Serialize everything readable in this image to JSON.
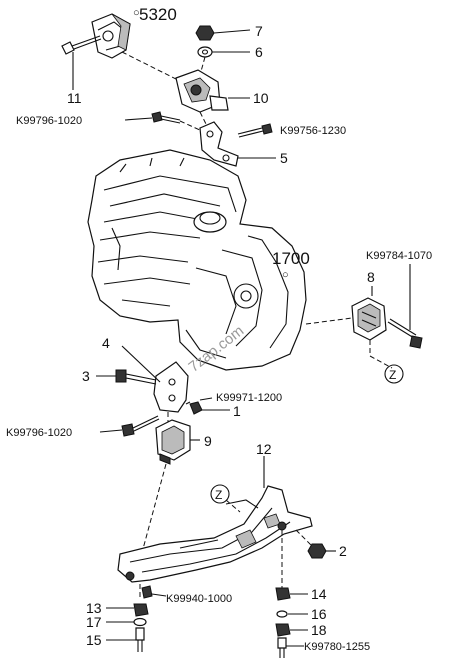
{
  "section_labels": {
    "upper": "5320",
    "gearbox": "1700"
  },
  "callouts": {
    "p1": "1",
    "p2": "2",
    "p3": "3",
    "p4": "4",
    "p5": "5",
    "p6": "6",
    "p7": "7",
    "p8": "8",
    "p9": "9",
    "p10": "10",
    "p11": "11",
    "p12": "12",
    "p13": "13",
    "p14": "14",
    "p15": "15",
    "p16": "16",
    "p17": "17",
    "p18": "18"
  },
  "bolt_codes": {
    "k99796_upper": "K99796-1020",
    "k99756": "K99756-1230",
    "k99784": "K99784-1070",
    "k99971": "K99971-1200",
    "k99796_lower": "K99796-1020",
    "k99940": "K99940-1000",
    "k99780": "K99780-1255"
  },
  "reference_marks": {
    "z_right": "Z",
    "z_crossmember": "Z"
  },
  "watermark": "7zap.com"
}
